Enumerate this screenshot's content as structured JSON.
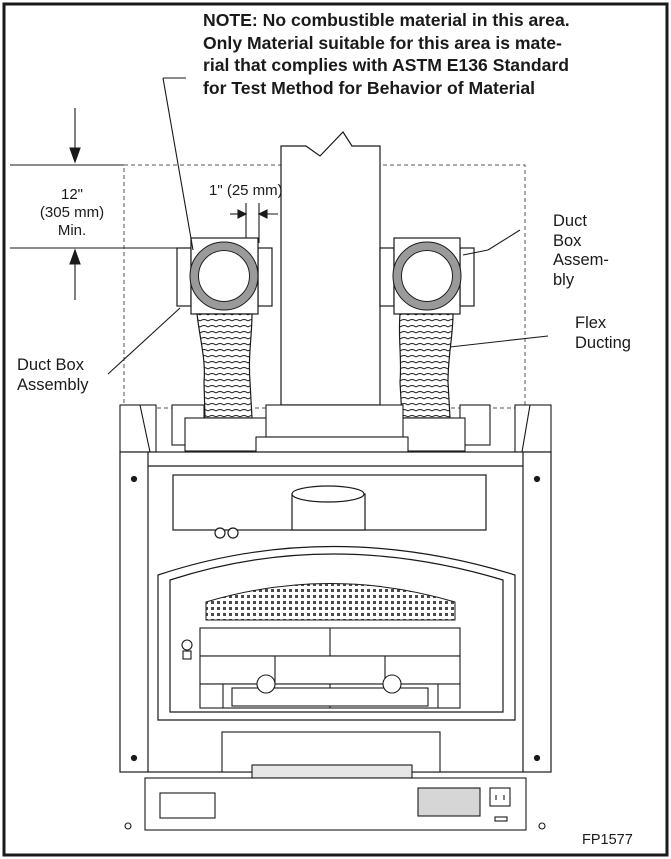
{
  "note": {
    "lines": [
      "NOTE: No combustible material in this area.",
      "Only Material suitable for this area is mate-",
      "rial that complies with ASTM E136 Standard",
      "for Test Method for Behavior of Material"
    ]
  },
  "dimension": {
    "clearance_lines": [
      "12\"",
      "(305 mm)",
      "Min."
    ],
    "gap": "1\" (25 mm)"
  },
  "labels": {
    "duct_box_right": [
      "Duct",
      "Box",
      "Assem-",
      "bly"
    ],
    "flex_ducting": [
      "Flex",
      "Ducting"
    ],
    "duct_box_left": [
      "Duct Box",
      "Assembly"
    ]
  },
  "figure_id": "FP1577",
  "colors": {
    "line": "#1a1a1a",
    "pipe_fill": "#c8c8c8",
    "ring": "#9a9a9a"
  }
}
